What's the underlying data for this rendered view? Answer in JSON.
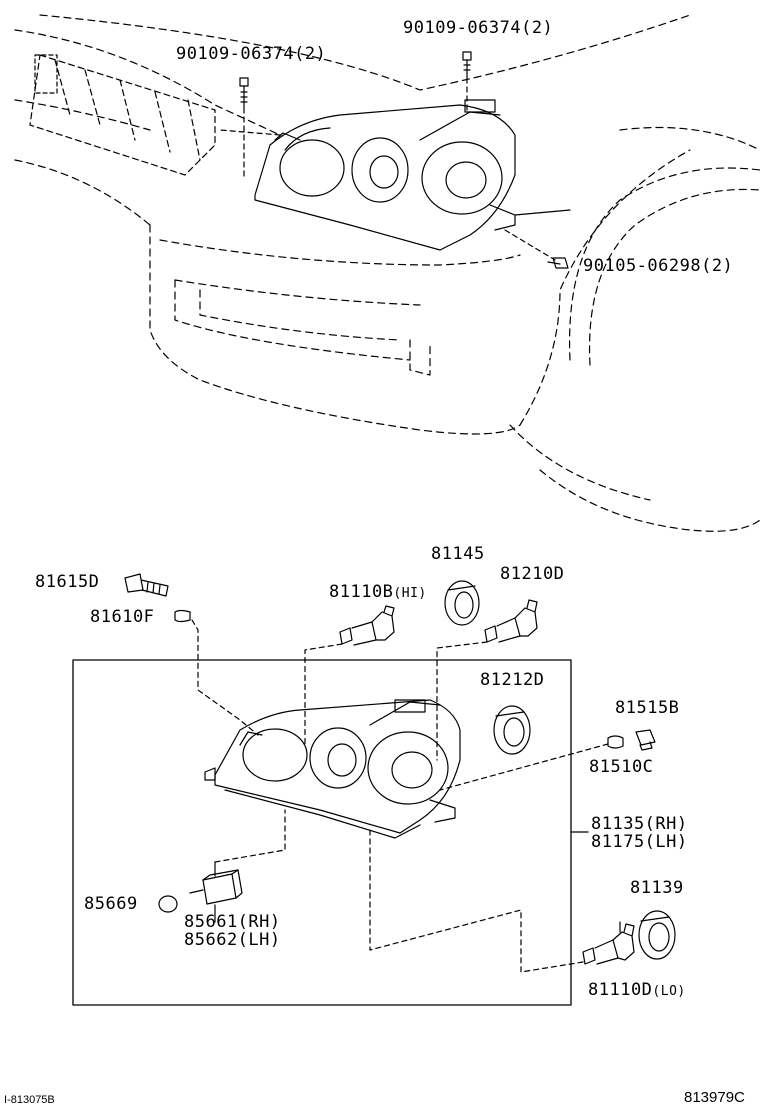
{
  "callouts": {
    "p90109_06374_left": "90109-06374(2)",
    "p90109_06374_right": "90109-06374(2)",
    "p90105_06298": "90105-06298(2)",
    "p81615D": "81615D",
    "p81610F": "81610F",
    "p81110B": "81110B",
    "p81110B_suffix": "(HI)",
    "p81145": "81145",
    "p81210D": "81210D",
    "p81212D": "81212D",
    "p81515B": "81515B",
    "p81510C": "81510C",
    "p81135": "81135(RH)",
    "p81175": "81175(LH)",
    "p85669": "85669",
    "p85661": "85661(RH)",
    "p85662": "85662(LH)",
    "p81139": "81139",
    "p81110D": "81110D",
    "p81110D_suffix": "(LO)"
  },
  "footer": {
    "left_code": "I-813075B",
    "right_code": "813979C"
  }
}
